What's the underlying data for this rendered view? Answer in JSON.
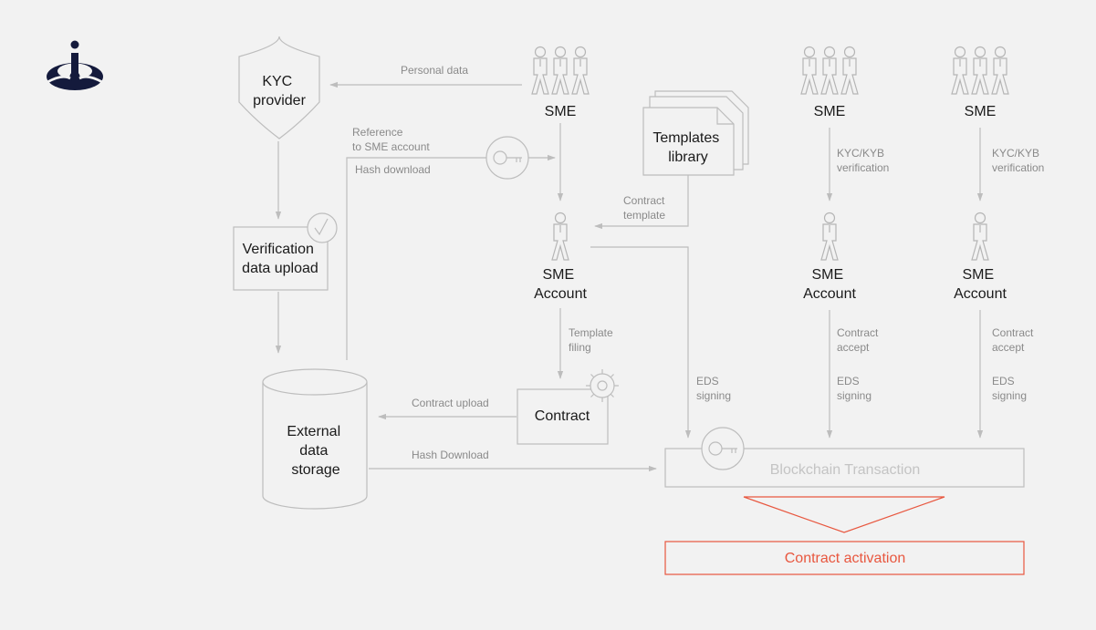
{
  "colors": {
    "background": "#f2f2f2",
    "line": "#bdbdbd",
    "node_text": "#1a1a1a",
    "edge_text": "#8a8a8a",
    "muted_text": "#c4c4c4",
    "accent": "#e8573f",
    "logo": "#141a3c"
  },
  "icons": [
    "logo-icon",
    "shield-icon",
    "checkmark-icon",
    "key-icon",
    "gear-icon",
    "document-stack-icon",
    "database-icon",
    "person-group-icon",
    "person-icon"
  ],
  "nodes": {
    "kyc_provider": [
      "KYC",
      "provider"
    ],
    "verification_upload": [
      "Verification",
      "data upload"
    ],
    "external_storage": [
      "External",
      "data",
      "storage"
    ],
    "sme_main": "SME",
    "sme_second": "SME",
    "sme_third": "SME",
    "templates_library": [
      "Templates",
      "library"
    ],
    "sme_account_main": [
      "SME",
      "Account"
    ],
    "sme_account_second": [
      "SME",
      "Account"
    ],
    "sme_account_third": [
      "SME",
      "Account"
    ],
    "contract": "Contract",
    "blockchain_transaction": "Blockchain Transaction",
    "contract_activation": "Contract activation"
  },
  "edges": {
    "personal_data": "Personal data",
    "reference": [
      "Reference",
      "to SME account"
    ],
    "hash_download_top": "Hash download",
    "contract_template": [
      "Contract",
      "template"
    ],
    "template_filing": [
      "Template",
      "filing"
    ],
    "contract_upload": "Contract upload",
    "hash_download_bottom": "Hash Download",
    "eds_signing_main": [
      "EDS",
      "signing"
    ],
    "kyc_kyb_second": [
      "KYC/KYB",
      "verification"
    ],
    "kyc_kyb_third": [
      "KYC/KYB",
      "verification"
    ],
    "contract_accept_second": [
      "Contract",
      "accept"
    ],
    "contract_accept_third": [
      "Contract",
      "accept"
    ],
    "eds_signing_second": [
      "EDS",
      "signing"
    ],
    "eds_signing_third": [
      "EDS",
      "signing"
    ]
  }
}
